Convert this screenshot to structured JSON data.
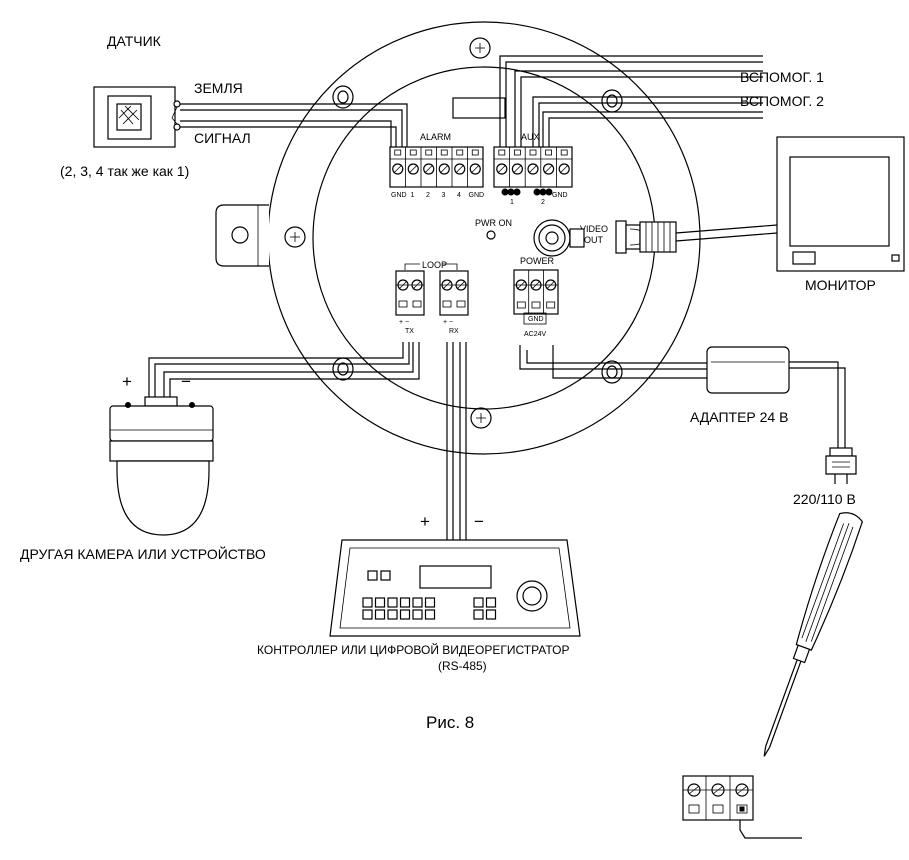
{
  "labels": {
    "sensor": "ДАТЧИК",
    "ground": "ЗЕМЛЯ",
    "signal": "СИГНАЛ",
    "sensor_note": "(2, 3, 4 так же как 1)",
    "aux1": "ВСПОМОГ. 1",
    "aux2": "ВСПОМОГ. 2",
    "monitor": "МОНИТОР",
    "adapter": "АДАПТЕР 24 В",
    "mains": "220/110 В",
    "other_device": "ДРУГАЯ КАМЕРА ИЛИ УСТРОЙСТВО",
    "controller": "КОНТРОЛЛЕР ИЛИ ЦИФРОВОЙ ВИДЕОРЕГИСТРАТОР",
    "controller_sub": "(RS-485)",
    "figure": "Рис. 8",
    "plus": "+",
    "minus": "−"
  },
  "board": {
    "alarm": "ALARM",
    "alarm_pins": [
      "GND",
      "1",
      "2",
      "3",
      "4",
      "GND"
    ],
    "aux": "AUX",
    "aux_pins": [
      "1",
      "2",
      "GND"
    ],
    "pwr_on": "PWR ON",
    "video": "VIDEO",
    "out": "OUT",
    "loop": "LOOP",
    "tx": "TX",
    "rx": "RX",
    "power": "POWER",
    "gnd": "GND",
    "ac24v": "AC24V",
    "pm": "+ −"
  }
}
